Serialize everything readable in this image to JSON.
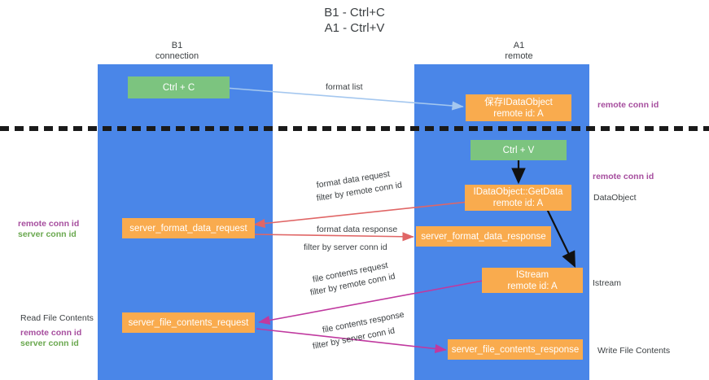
{
  "title": "B1 - Ctrl+C\nA1 - Ctrl+V",
  "columns": {
    "left": {
      "name": "B1",
      "sub": "connection",
      "header": "B1\nconnection"
    },
    "right": {
      "name": "A1",
      "sub": "remote",
      "header": "A1\nremote"
    }
  },
  "boxes": {
    "ctrl_c": "Ctrl + C",
    "ctrl_v": "Ctrl + V",
    "save_idataobject": "保存IDataObject\nremote id: A",
    "idataobject_getdata": "IDataObject::GetData\nremote id: A",
    "istream": "IStream\nremote id: A",
    "server_format_data_request": "server_format_data_request",
    "server_format_data_response": "server_format_data_response",
    "server_file_contents_request": "server_file_contents_request",
    "server_file_contents_response": "server_file_contents_response"
  },
  "flows": {
    "format_list": "format list",
    "format_data_request": "format data request",
    "format_data_request_filter_prefix": "filter by ",
    "format_data_request_filter_key": "remote conn id",
    "format_data_response": "format data response",
    "format_data_response_filter_prefix": "filter by ",
    "format_data_response_filter_key": "server conn id",
    "file_contents_request": "file contents request",
    "file_contents_request_filter_prefix": "filter by ",
    "file_contents_request_filter_key": "remote conn id",
    "file_contents_response": "file contents response",
    "file_contents_response_filter_prefix": "filter by ",
    "file_contents_response_filter_key": "server conn id"
  },
  "annotations": {
    "right_remote_conn_id_top": "remote conn id",
    "right_remote_conn_id_mid": "remote conn id",
    "right_dataobject": "DataObject",
    "right_istream": "Istream",
    "right_write_file_contents": "Write File Contents",
    "left_remote_conn_id_mid": "remote conn id",
    "left_server_conn_id_mid": "server conn id",
    "left_read_file_contents": "Read File Contents",
    "left_remote_conn_id_bottom": "remote conn id",
    "left_server_conn_id_bottom": "server conn id"
  },
  "colors": {
    "lane": "#4a86e8",
    "green_box": "#7cc47f",
    "orange_box": "#f9ab4e",
    "purple": "#a64d9e",
    "magenta": "#c0399f",
    "green_text": "#6aa84f",
    "arrow_light_blue": "#a4c7ef",
    "arrow_red": "#e06666",
    "arrow_black": "#111111",
    "arrow_magenta": "#c0399f",
    "text": "#3c4043"
  }
}
